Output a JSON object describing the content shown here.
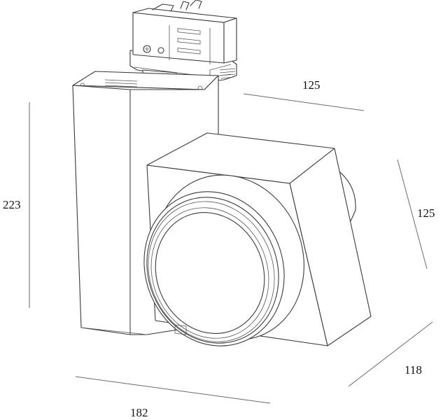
{
  "diagram": {
    "dimensions": {
      "height_left": "223",
      "top_right": "125",
      "right_side": "125",
      "bottom_right": "118",
      "bottom_width": "182"
    }
  }
}
